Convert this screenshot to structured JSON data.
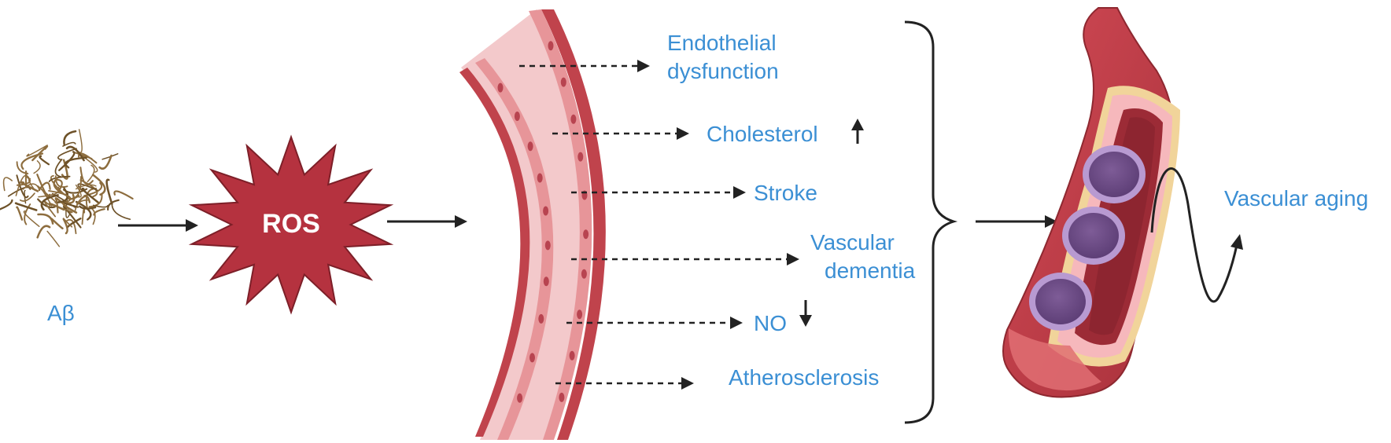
{
  "labels": {
    "abeta": "Aβ",
    "ros": "ROS",
    "endothelial_line1": "Endothelial",
    "endothelial_line2": "dysfunction",
    "cholesterol": "Cholesterol",
    "stroke": "Stroke",
    "vascular_dementia_line1": "Vascular",
    "vascular_dementia_line2": "dementia",
    "no": "NO",
    "atherosclerosis": "Atherosclerosis",
    "vascular_aging": "Vascular aging"
  },
  "indicators": {
    "cholesterol": "up",
    "no": "down"
  },
  "colors": {
    "label_text": "#3b8fd4",
    "ros_fill": "#b5323f",
    "vessel_wall": "#c0434c",
    "vessel_lumen": "#f3c3c5",
    "rbc_fill": "#6e4e86",
    "rbc_rim": "#b89ad1",
    "abeta_fiber": "#8d6d3e",
    "arrow": "#222222"
  }
}
